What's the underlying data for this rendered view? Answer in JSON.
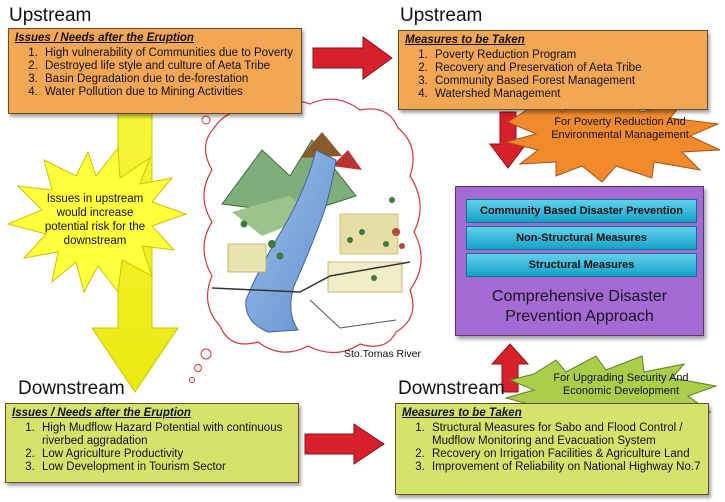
{
  "upstream_left": {
    "heading": "Upstream",
    "box_title": "Issues / Needs after the Eruption",
    "items": [
      "High vulnerability of Communities due to Poverty",
      "Destroyed life style and culture of Aeta Tribe",
      "Basin Degradation due to de-forestation",
      "Water Pollution due to Mining Activities"
    ]
  },
  "upstream_right": {
    "heading": "Upstream",
    "box_title": "Measures to be Taken",
    "items": [
      "Poverty Reduction Program",
      "Recovery and Preservation of Aeta Tribe",
      "Community Based Forest Management",
      "Watershed Management"
    ]
  },
  "upstream_goal": "For Poverty Reduction And Environmental Management",
  "risk_burst": "Issues in upstream would increase potential risk for the downstream",
  "river_label": "Sto.Tomas River",
  "approach": {
    "bars": [
      "Community Based Disaster Prevention",
      "Non-Structural Measures",
      "Structural Measures"
    ],
    "title_line1": "Comprehensive Disaster",
    "title_line2": "Prevention Approach"
  },
  "downstream_goal": "For Upgrading Security And Economic Development",
  "downstream_left": {
    "heading": "Downstream",
    "box_title": "Issues / Needs after the Eruption",
    "items": [
      "High Mudflow Hazard Potential with continuous riverbed aggradation",
      "Low Agriculture Productivity",
      "Low Development in Tourism Sector"
    ]
  },
  "downstream_right": {
    "heading": "Downstream",
    "box_title": "Measures to be Taken",
    "items": [
      "Structural Measures for Sabo and Flood Control / Mudflow Monitoring and Evacuation System",
      "Recovery on Irrigation Facilities & Agriculture Land",
      "Improvement of Reliability on National Highway No.7"
    ]
  },
  "colors": {
    "orange_box": "#f3a653",
    "green_box": "#d4e46a",
    "purple_box": "#a46bd2",
    "cyan_bar": "#2bb4d8",
    "red_arrow": "#d8202a",
    "yellow_arrow": "#f2f21a"
  }
}
